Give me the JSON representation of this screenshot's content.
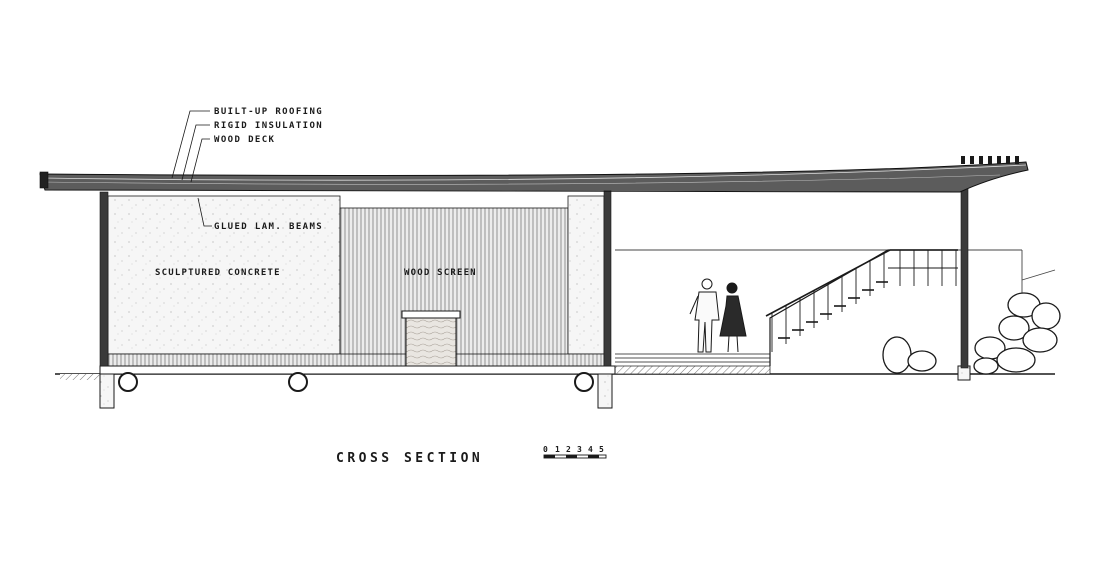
{
  "callouts": {
    "built_up_roofing": "BUILT-UP ROOFING",
    "rigid_insulation": "RIGID INSULATION",
    "wood_deck": "WOOD DECK",
    "glued_lam_beams": "GLUED LAM. BEAMS"
  },
  "rooms": {
    "sculptured_concrete": "SCULPTURED CONCRETE",
    "wood_screen": "WOOD SCREEN"
  },
  "title": "CROSS SECTION",
  "scale_bar": {
    "ticks": [
      "0",
      "1",
      "2",
      "3",
      "4",
      "5"
    ]
  },
  "colors": {
    "ink": "#1a1a1a",
    "paper": "#ffffff",
    "wall_tone": "#f4f4f4",
    "screen_tone": "#e2e2e2"
  }
}
